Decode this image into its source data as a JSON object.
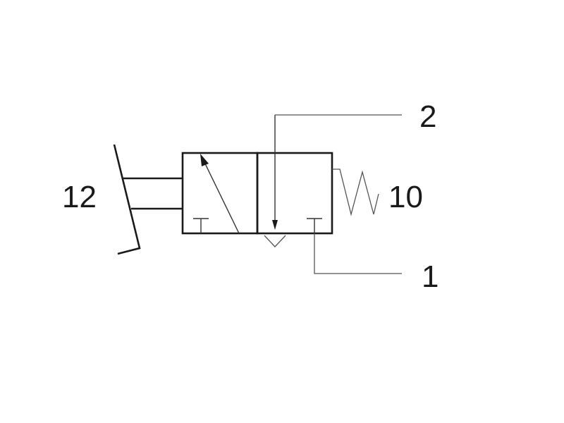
{
  "diagram": {
    "labels": {
      "port_12": "12",
      "port_10": "10",
      "port_2": "2",
      "port_1": "1"
    },
    "colors": {
      "line": "#1a1a1a",
      "leader": "#555555",
      "background": "#ffffff"
    }
  }
}
